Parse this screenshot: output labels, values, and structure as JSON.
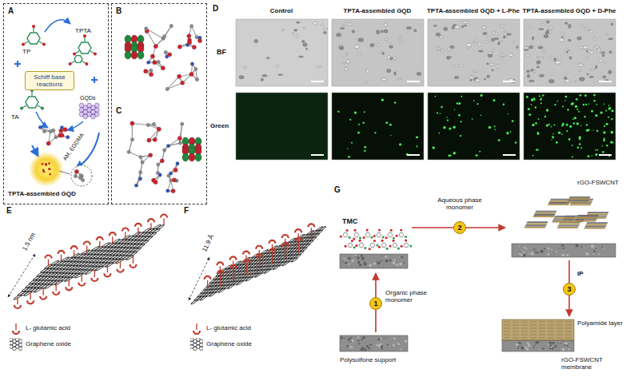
{
  "diagram": {
    "nodes": [
      {
        "text": [
          "A"
        ]
      },
      {
        "text": [
          "Schiff base reactions"
        ],
        "in": 0
      },
      {
        "text": [
          "B",
          "C"
        ]
      },
      {
        "text": [
          "1"
        ]
      },
      {
        "text": [
          "2"
        ]
      },
      {
        "text": [
          "3"
        ]
      }
    ],
    "labels": [
      "TP",
      "TPTA",
      "TA",
      "GQDs",
      "AM, EGDMA",
      "TPTA-assembled GQD",
      "D",
      "Control",
      "TPTA-assembled GQD",
      "TPTA-assembled GQD + L-Phe",
      "TPTA-assembled GQD + D-Phe",
      "BF",
      "Green",
      "E",
      "1.5 nm",
      "F",
      "11.9 Å",
      "G",
      "TMC",
      "Aqueous phase monomer",
      "rGO-FSWCNT",
      "Organic phase monomer",
      "IP",
      "Polysulfone support",
      "Polyamide layer",
      "rGO-FSWCNT membrane"
    ],
    "legend": [
      {
        "text": "L- glutamic acid"
      },
      {
        "text": "Graphene oxide"
      },
      {
        "text": "L- glutamic acid"
      },
      {
        "text": "Graphene oxide"
      }
    ]
  }
}
